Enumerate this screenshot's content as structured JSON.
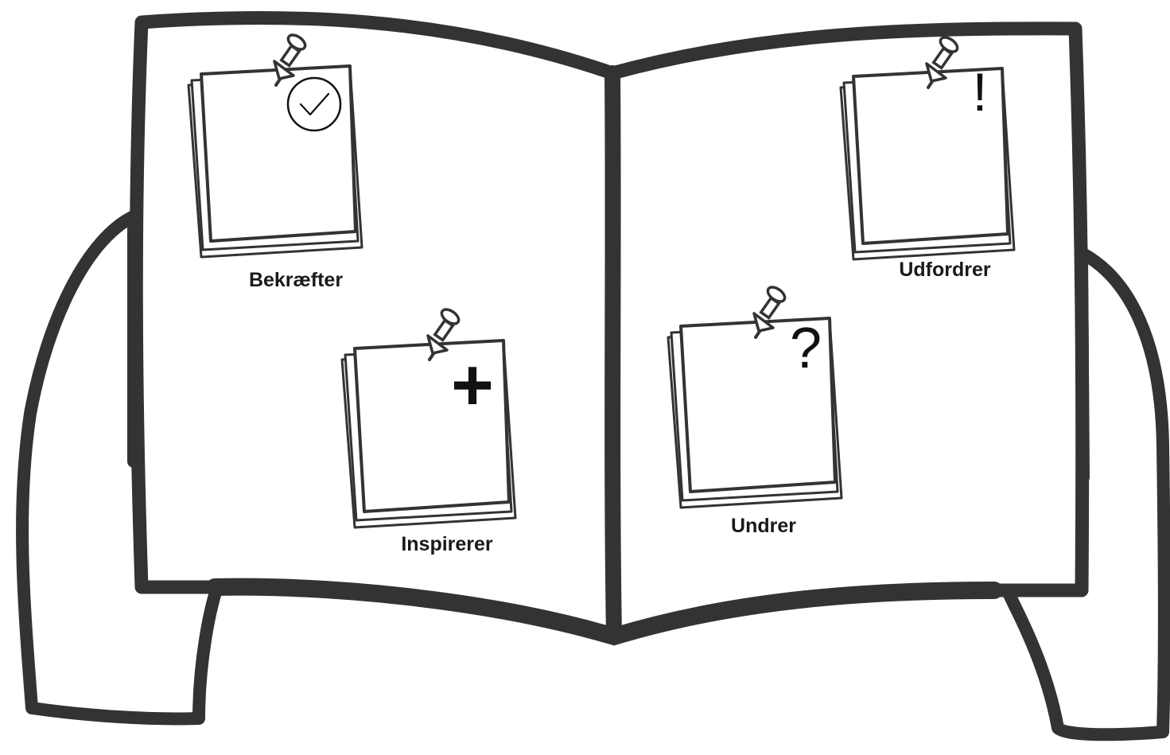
{
  "colors": {
    "ink": "#333333",
    "paper": "#ffffff",
    "text": "#1a1a1a"
  },
  "notes": [
    {
      "label": "Bekræfter",
      "symbol": "check-circle",
      "symbol_text": ""
    },
    {
      "label": "Inspirerer",
      "symbol": "plus",
      "symbol_text": "+"
    },
    {
      "label": "Udfordrer",
      "symbol": "exclamation",
      "symbol_text": "!"
    },
    {
      "label": "Undrer",
      "symbol": "question",
      "symbol_text": "?"
    }
  ]
}
